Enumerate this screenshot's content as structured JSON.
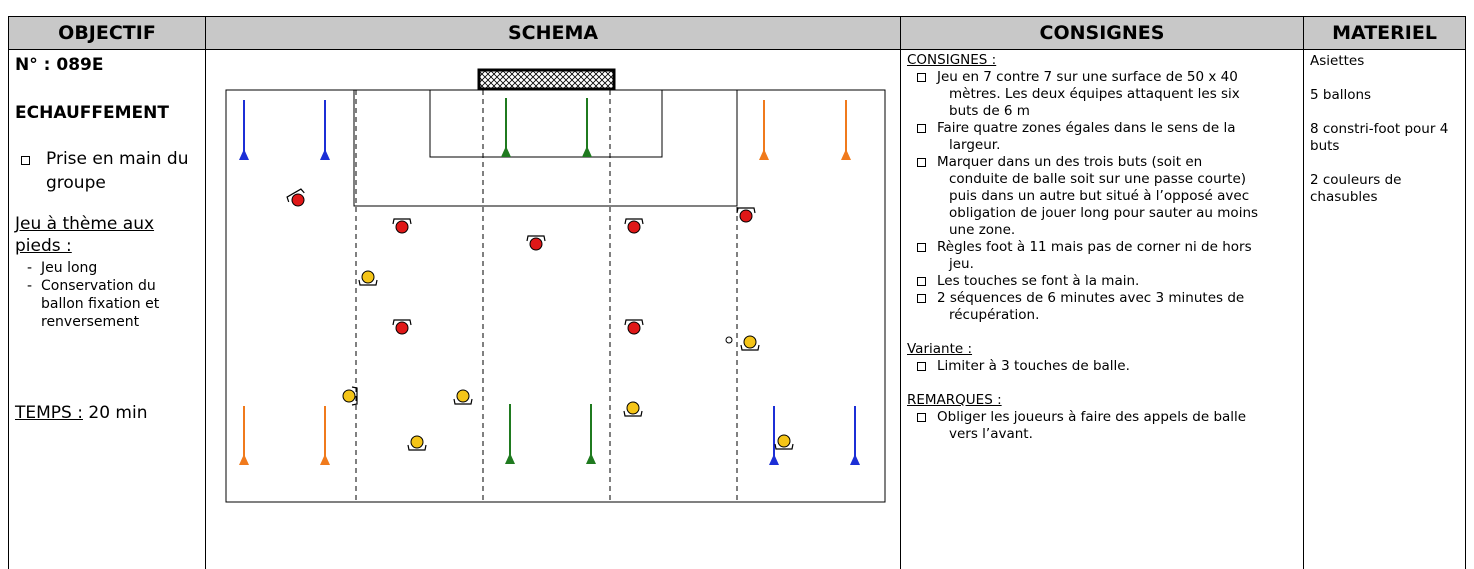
{
  "headers": {
    "objectif": "OBJECTIF",
    "schema": "SCHEMA",
    "consignes": "CONSIGNES",
    "materiel": "MATERIEL"
  },
  "objectif": {
    "number": "N° : 089E",
    "type": "ECHAUFFEMENT",
    "bullet": "Prise en main du groupe",
    "theme_title": "Jeu à thème aux pieds :",
    "theme_items": [
      "Jeu long",
      "Conservation du ballon fixation et renversement"
    ],
    "time_label": "TEMPS :",
    "time_value": "20 min"
  },
  "consignes": {
    "title": "CONSIGNES :",
    "items": [
      [
        "Jeu en 7 contre 7 sur une surface de 50 x 40",
        "mètres. Les deux équipes attaquent les six",
        "buts de 6 m"
      ],
      [
        "Faire quatre zones égales dans le sens de la",
        "largeur."
      ],
      [
        "Marquer dans un des trois buts (soit en",
        "conduite de balle soit sur une passe courte)",
        "puis dans un autre but situé à l’opposé avec",
        "obligation de jouer long pour sauter au moins",
        "une zone."
      ],
      [
        "Règles foot à 11 mais pas de corner ni de hors",
        "jeu."
      ],
      [
        "Les touches se font à la main."
      ],
      [
        "2 séquences de 6 minutes avec 3 minutes de",
        "récupération."
      ]
    ],
    "variante_title": "Variante :",
    "variante_items": [
      [
        "Limiter à 3 touches de balle."
      ]
    ],
    "remarques_title": "REMARQUES :",
    "remarques_items": [
      [
        "Obliger les joueurs à faire des appels de balle",
        "vers l’avant."
      ]
    ]
  },
  "materiel": {
    "items": [
      "Asiettes",
      "5 ballons",
      "8 constri-foot pour 4 buts",
      "2 couleurs de chasubles"
    ]
  },
  "colors": {
    "blue": "#1c2fd6",
    "green": "#1f7a1f",
    "orange": "#f07a1c",
    "red": "#e01818",
    "yellow": "#f5c518",
    "header_bg": "#c8c8c8"
  }
}
